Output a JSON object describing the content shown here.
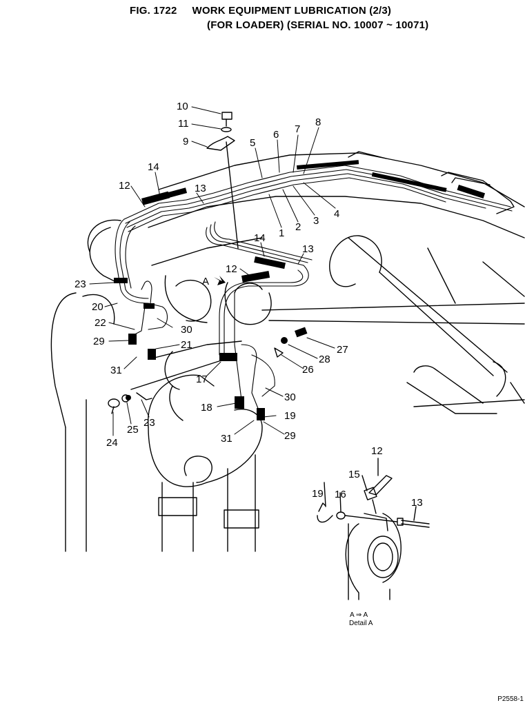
{
  "header": {
    "fig_number": "FIG. 1722",
    "title_line1": "WORK EQUIPMENT LUBRICATION (2/3)",
    "title_line2": "(FOR LOADER) (SERIAL NO. 10007 ~ 10071)"
  },
  "view_marker": "A",
  "callouts": [
    {
      "id": "c10",
      "label": "10"
    },
    {
      "id": "c11",
      "label": "11"
    },
    {
      "id": "c9",
      "label": "9"
    },
    {
      "id": "c5",
      "label": "5"
    },
    {
      "id": "c6",
      "label": "6"
    },
    {
      "id": "c7",
      "label": "7"
    },
    {
      "id": "c8",
      "label": "8"
    },
    {
      "id": "c14a",
      "label": "14"
    },
    {
      "id": "c12a",
      "label": "12"
    },
    {
      "id": "c13a",
      "label": "13"
    },
    {
      "id": "c1",
      "label": "1"
    },
    {
      "id": "c2",
      "label": "2"
    },
    {
      "id": "c3",
      "label": "3"
    },
    {
      "id": "c4",
      "label": "4"
    },
    {
      "id": "c14b",
      "label": "14"
    },
    {
      "id": "c13b",
      "label": "13"
    },
    {
      "id": "c12b",
      "label": "12"
    },
    {
      "id": "c23a",
      "label": "23"
    },
    {
      "id": "c20",
      "label": "20"
    },
    {
      "id": "c22",
      "label": "22"
    },
    {
      "id": "c30a",
      "label": "30"
    },
    {
      "id": "c29a",
      "label": "29"
    },
    {
      "id": "c21",
      "label": "21"
    },
    {
      "id": "c31a",
      "label": "31"
    },
    {
      "id": "c27",
      "label": "27"
    },
    {
      "id": "c28",
      "label": "28"
    },
    {
      "id": "c26",
      "label": "26"
    },
    {
      "id": "c17",
      "label": "17"
    },
    {
      "id": "c30b",
      "label": "30"
    },
    {
      "id": "c18",
      "label": "18"
    },
    {
      "id": "c19a",
      "label": "19"
    },
    {
      "id": "c31b",
      "label": "31"
    },
    {
      "id": "c29b",
      "label": "29"
    },
    {
      "id": "c23b",
      "label": "23"
    },
    {
      "id": "c24",
      "label": "24"
    },
    {
      "id": "c25",
      "label": "25"
    },
    {
      "id": "c12c",
      "label": "12"
    },
    {
      "id": "c15",
      "label": "15"
    },
    {
      "id": "c19b",
      "label": "19"
    },
    {
      "id": "c16",
      "label": "16"
    },
    {
      "id": "c13c",
      "label": "13"
    }
  ],
  "detail": {
    "arrow_caption": "A ⇒ A",
    "label": "Detail A"
  },
  "page_code": "P2558-1"
}
